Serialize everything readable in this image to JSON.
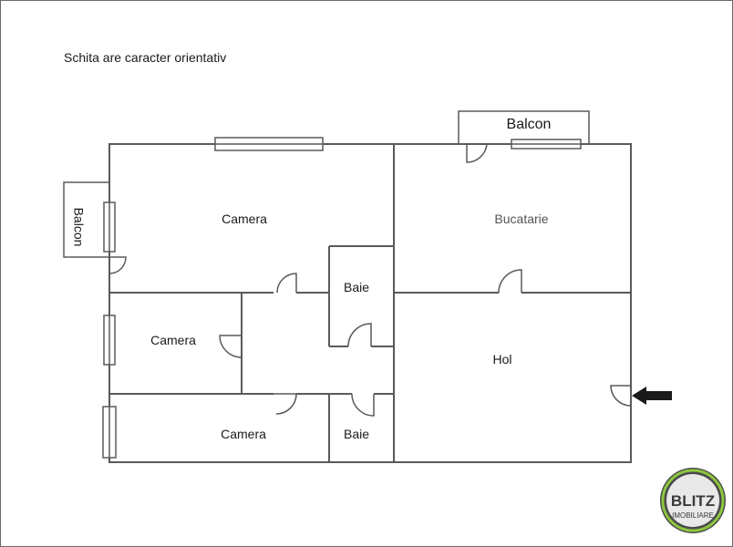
{
  "note": "Schita are caracter orientativ",
  "rooms": {
    "camera_top": "Camera",
    "bucatarie": "Bucatarie",
    "baie_top": "Baie",
    "camera_mid": "Camera",
    "hol": "Hol",
    "camera_bottom": "Camera",
    "baie_bottom": "Baie"
  },
  "balconies": {
    "left": "Balcon",
    "top": "Balcon"
  },
  "logo": {
    "line1": "BLITZ",
    "line2": "IMOBILIARE",
    "accent_color": "#8dc63f"
  },
  "icons": {
    "entrance": "entrance-arrow-icon"
  },
  "colors": {
    "wall": "#5a5a5a",
    "background": "#ffffff"
  }
}
